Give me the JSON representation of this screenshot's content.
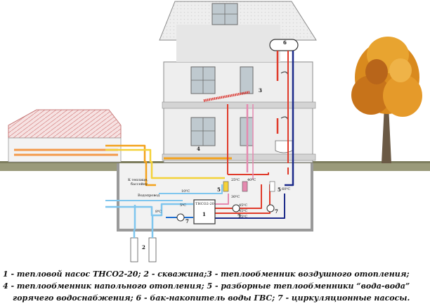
{
  "diagram": {
    "pump_label": "ТНСО2-20",
    "pump_number": "1",
    "number_labels": {
      "n2": "2",
      "n3": "3",
      "n4": "4",
      "n5a": "5",
      "n5b": "5",
      "n6": "6",
      "n7a": "7",
      "n7b": "7",
      "n7c": "7"
    },
    "temps": {
      "t25": "25⁰С",
      "t40": "40⁰С",
      "t30": "30⁰С",
      "t10": "10⁰С",
      "t5": "5⁰С",
      "t8": "8⁰С",
      "t45a": "45⁰С",
      "t45b": "45⁰С",
      "t85": "85⁰С",
      "t60": "60⁰С"
    },
    "greenhouse_label_1": "К теплице,",
    "greenhouse_label_2": "бассейну",
    "water_supply_label": "Водопровод",
    "colors": {
      "hot": "#e03a2a",
      "warm": "#f3a21c",
      "yellow": "#f4d23a",
      "cold": "#1e6fd1",
      "light": "#7fc6ee",
      "pink": "#e58ab0",
      "navy": "#1c2a8a"
    }
  },
  "caption": {
    "line1": "1 - тепловой насос ТНСО2-20; 2 - скважина;3 - теплообменник воздушного отопления;",
    "line2": "4 - теплообменник напольного отопления; 5 - разборные теплообменники “вода-вода”",
    "line3": "горячего водоснабжения; 6 - бак-накопитель воды ГВС; 7 - циркуляционные насосы."
  }
}
